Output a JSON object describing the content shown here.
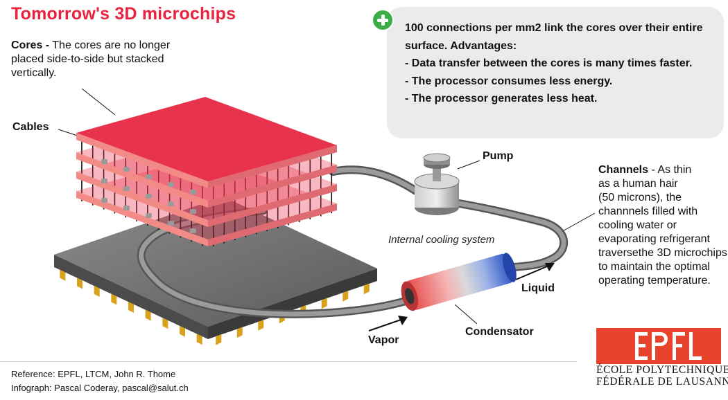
{
  "title": "Tomorrow's 3D microchips",
  "cores": {
    "heading": "Cores -",
    "text": " The cores are no longer placed side-to-side but stacked vertically."
  },
  "labels": {
    "cables": "Cables",
    "pump": "Pump",
    "internal_cooling": "Internal cooling system",
    "liquid": "Liquid",
    "vapor": "Vapor",
    "condensator": "Condensator"
  },
  "channels": {
    "heading": "Channels",
    "lines": [
      " - As thin",
      "as a human hair",
      "(50 microns), the",
      "channnels filled with",
      "cooling water or",
      "evaporating refrigerant",
      "traversethe 3D microchips",
      "to maintain the optimal",
      "operating temperature."
    ]
  },
  "advantages": {
    "lines": [
      "100 connections per mm2 link the cores over their entire surface. Advantages:",
      "- Data transfer between the cores is many times faster.",
      "- The processor consumes less energy.",
      "- The processor generates less heat."
    ]
  },
  "footer": {
    "reference": "Reference: EPFL, LTCM, John R. Thome",
    "infograph": "Infograph: Pascal Coderay, pascal@salut.ch"
  },
  "logo": {
    "mark": "EPFL",
    "line1": "ÉCOLE POLYTECHNIQUE",
    "line2": "FÉDÉRALE DE LAUSANNE"
  },
  "colors": {
    "title": "#e8223f",
    "core_top": "#e8334c",
    "core_side": "#f28b86",
    "plus_badge": "#3cae47",
    "logo_red": "#e8442c",
    "box_background": "#ebebeb"
  },
  "icons": [
    "plus-icon",
    "arrow-icon"
  ]
}
